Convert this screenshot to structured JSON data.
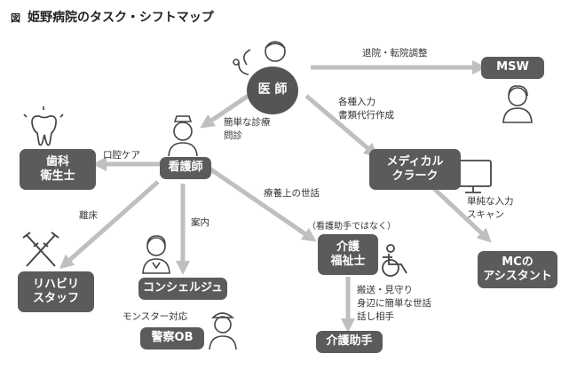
{
  "title": {
    "prefix": "図",
    "text": "姫野病院のタスク・シフトマップ"
  },
  "nodes": {
    "doctor": "医 師",
    "msw": "MSW",
    "dental": "歯科\n衛生士",
    "nurse": "看護師",
    "medical_clerk": "メディカル\nクラーク",
    "rehab": "リハビリ\nスタッフ",
    "concierge": "コンシェルジュ",
    "care_worker": "介護\n福祉士",
    "mc_assistant": "MCの\nアシスタント",
    "police_ob": "警察OB",
    "care_aide": "介護助手"
  },
  "edge_labels": {
    "discharge": "退院・転院調整",
    "simple_exam": "簡単な診療\n問診",
    "documents": "各種入力\n書類代行作成",
    "oral_care": "口腔ケア",
    "mobility": "離床",
    "guidance": "案内",
    "recuperation": "療養上の世話",
    "simple_input": "単純な入力\nスキャン",
    "monster": "モンスター対応",
    "transport": "搬送・見守り\n身辺に簡単な世話\n話し相手",
    "not_aide": "（看護助手ではなく）"
  },
  "colors": {
    "node": "#5b5b5b",
    "arrow": "#bfbfbf",
    "icon": "#444444"
  }
}
